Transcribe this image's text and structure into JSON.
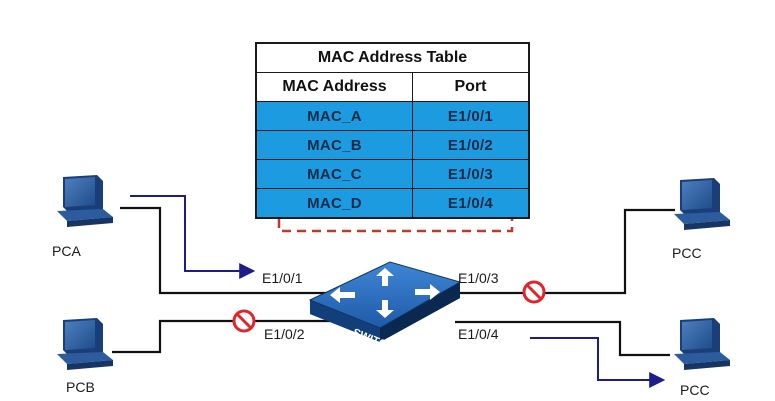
{
  "table": {
    "title": "MAC Address Table",
    "headers": [
      "MAC Address",
      "Port"
    ],
    "rows": [
      [
        "MAC_A",
        "E1/0/1"
      ],
      [
        "MAC_B",
        "E1/0/2"
      ],
      [
        "MAC_C",
        "E1/0/3"
      ],
      [
        "MAC_D",
        "E1/0/4"
      ]
    ]
  },
  "hosts": {
    "pca": "PCA",
    "pcb": "PCB",
    "pcc_top": "PCC",
    "pcc_bottom": "PCC"
  },
  "ports": {
    "p1": "E1/0/1",
    "p2": "E1/0/2",
    "p3": "E1/0/3",
    "p4": "E1/0/4"
  },
  "switch_label": "SWITCH",
  "colors": {
    "table_row": "#1c9be0",
    "arrow": "#1c1c8c",
    "block_sign": "#e0242a",
    "switch_top": "#2a6bc0",
    "switch_side": "#123f7a",
    "dash_highlight": "#c0392b"
  }
}
